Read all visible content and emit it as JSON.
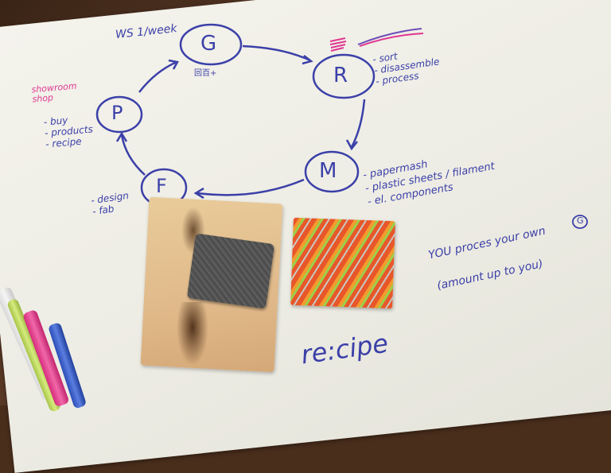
{
  "scene": {
    "cycle_nodes": [
      {
        "letter": "G",
        "key": "g"
      },
      {
        "letter": "R",
        "key": "r"
      },
      {
        "letter": "M",
        "key": "m"
      },
      {
        "letter": "F",
        "key": "f"
      },
      {
        "letter": "P",
        "key": "p"
      }
    ],
    "header_note": "WS 1/week",
    "g_caption": "回百+",
    "showroom_note": "showroom shop",
    "p_list": [
      "- buy",
      "- products",
      "- recipe"
    ],
    "r_list": [
      "- sort",
      "- disassemble",
      "- process"
    ],
    "m_list": [
      "- papermash",
      "- plastic sheets / filament",
      "- el. components"
    ],
    "f_list": [
      "- design",
      "- fab"
    ],
    "right_note_line1": "YOU proces your own",
    "right_note_symbol": "G",
    "right_note_line2": "(amount up to you)",
    "footer_title": "re:cipe",
    "colors": {
      "ink_blue": "#3b40a8",
      "ink_pink": "#e0368f",
      "paper": "#f2f1ea",
      "table": "#4a2e1c"
    }
  }
}
